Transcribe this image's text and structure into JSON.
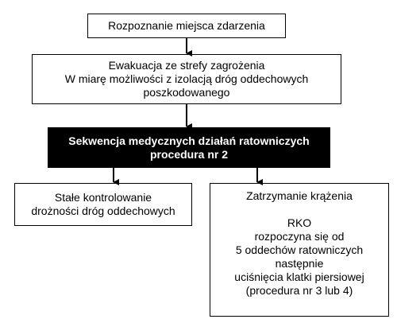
{
  "diagram": {
    "nodes": [
      {
        "id": "recognition",
        "lines": [
          "Rozpoznanie miejsca zdarzenia"
        ]
      },
      {
        "id": "evacuation",
        "lines": [
          "Ewakuacja ze strefy zagrożenia",
          "W miarę możliwości z izolacją dróg oddechowych",
          "poszkodowanego"
        ]
      },
      {
        "id": "sequence",
        "lines": [
          "Sekwencja medycznych działań ratowniczych",
          "procedura nr 2"
        ]
      },
      {
        "id": "airway",
        "lines": [
          "Stałe kontrolowanie",
          "drożności dróg oddechowych"
        ]
      },
      {
        "id": "cardiac",
        "lines": [
          "Zatrzymanie krążenia",
          "",
          "RKO",
          "rozpoczyna się od",
          "5 oddechów ratowniczych",
          "następnie",
          "uciśnięcia klatki piersiowej",
          "(procedura nr 3 lub 4)"
        ]
      }
    ],
    "edges": [
      {
        "from": "recognition",
        "to": "evacuation"
      },
      {
        "from": "evacuation",
        "to": "sequence"
      },
      {
        "from": "sequence",
        "to": "airway"
      },
      {
        "from": "sequence",
        "to": "cardiac"
      }
    ],
    "colors": {
      "highlight_fill": "#000000",
      "highlight_text": "#ffffff",
      "border": "#000000"
    }
  }
}
